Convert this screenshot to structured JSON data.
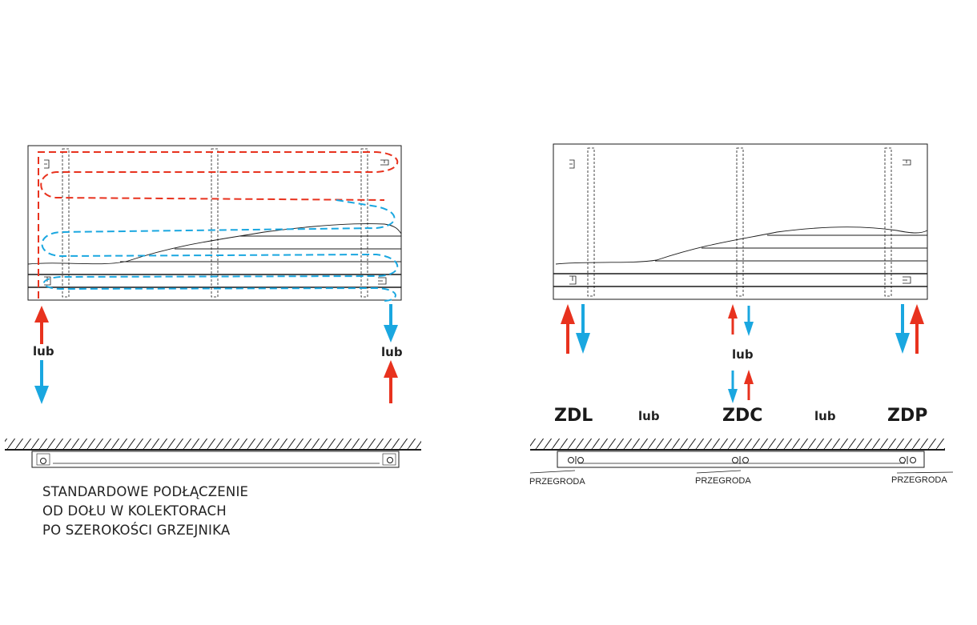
{
  "colors": {
    "hot": "#e8321e",
    "cold": "#1aa7e0",
    "line": "#1a1a1a"
  },
  "left_diagram": {
    "or_label_left": "lub",
    "or_label_right": "lub",
    "description": [
      "STANDARDOWE PODŁĄCZENIE",
      "OD DOŁU W KOLEKTORACH",
      "PO SZEROKOŚCI GRZEJNIKA"
    ]
  },
  "right_diagram": {
    "center_or_label": "lub",
    "options": [
      {
        "code": "ZDL"
      },
      {
        "code": "ZDC"
      },
      {
        "code": "ZDP"
      }
    ],
    "between_label_1": "lub",
    "between_label_2": "lub",
    "partition_label": "PRZEGRODA"
  }
}
